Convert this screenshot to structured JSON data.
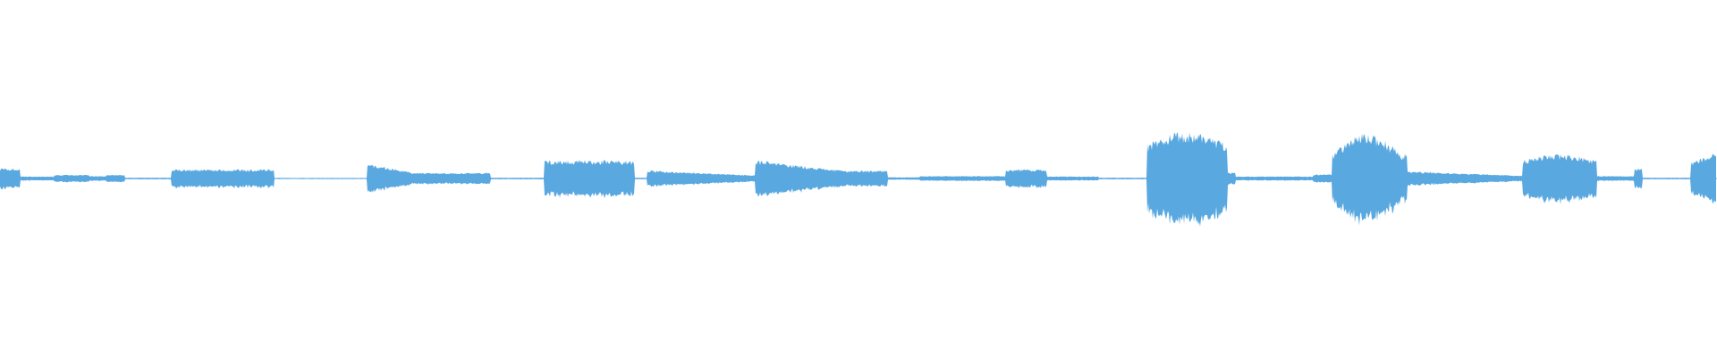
{
  "waveform": {
    "color": "#5aa8e0",
    "background": "#ffffff",
    "amplitude_scale": 1.0,
    "segments": [
      {
        "start": 0.0,
        "end": 0.012,
        "level": 0.05,
        "shape": "flat"
      },
      {
        "start": 0.012,
        "end": 0.032,
        "level": 0.01,
        "shape": "flat"
      },
      {
        "start": 0.032,
        "end": 0.052,
        "level": 0.018,
        "shape": "flat"
      },
      {
        "start": 0.052,
        "end": 0.062,
        "level": 0.012,
        "shape": "flat"
      },
      {
        "start": 0.062,
        "end": 0.073,
        "level": 0.018,
        "shape": "flat"
      },
      {
        "start": 0.073,
        "end": 0.1,
        "level": 0.004,
        "shape": "flat"
      },
      {
        "start": 0.1,
        "end": 0.16,
        "level": 0.045,
        "shape": "flat"
      },
      {
        "start": 0.16,
        "end": 0.214,
        "level": 0.003,
        "shape": "flat"
      },
      {
        "start": 0.214,
        "end": 0.24,
        "level": 0.075,
        "shape": "decay"
      },
      {
        "start": 0.24,
        "end": 0.286,
        "level": 0.028,
        "shape": "flat"
      },
      {
        "start": 0.286,
        "end": 0.317,
        "level": 0.004,
        "shape": "flat"
      },
      {
        "start": 0.317,
        "end": 0.37,
        "level": 0.09,
        "shape": "flat"
      },
      {
        "start": 0.37,
        "end": 0.377,
        "level": 0.004,
        "shape": "flat"
      },
      {
        "start": 0.377,
        "end": 0.44,
        "level": 0.04,
        "shape": "decay"
      },
      {
        "start": 0.44,
        "end": 0.495,
        "level": 0.09,
        "shape": "decay"
      },
      {
        "start": 0.495,
        "end": 0.517,
        "level": 0.04,
        "shape": "flat"
      },
      {
        "start": 0.517,
        "end": 0.536,
        "level": 0.006,
        "shape": "flat"
      },
      {
        "start": 0.536,
        "end": 0.586,
        "level": 0.012,
        "shape": "flat"
      },
      {
        "start": 0.586,
        "end": 0.61,
        "level": 0.045,
        "shape": "flat"
      },
      {
        "start": 0.61,
        "end": 0.64,
        "level": 0.01,
        "shape": "flat"
      },
      {
        "start": 0.64,
        "end": 0.668,
        "level": 0.004,
        "shape": "flat"
      },
      {
        "start": 0.668,
        "end": 0.715,
        "level": 0.23,
        "shape": "hump"
      },
      {
        "start": 0.715,
        "end": 0.72,
        "level": 0.03,
        "shape": "flat"
      },
      {
        "start": 0.72,
        "end": 0.765,
        "level": 0.01,
        "shape": "flat"
      },
      {
        "start": 0.765,
        "end": 0.776,
        "level": 0.02,
        "shape": "flat"
      },
      {
        "start": 0.776,
        "end": 0.82,
        "level": 0.22,
        "shape": "swell"
      },
      {
        "start": 0.82,
        "end": 0.887,
        "level": 0.035,
        "shape": "decay"
      },
      {
        "start": 0.887,
        "end": 0.93,
        "level": 0.12,
        "shape": "hump"
      },
      {
        "start": 0.93,
        "end": 0.952,
        "level": 0.012,
        "shape": "flat"
      },
      {
        "start": 0.952,
        "end": 0.957,
        "level": 0.05,
        "shape": "flat"
      },
      {
        "start": 0.957,
        "end": 0.985,
        "level": 0.004,
        "shape": "flat"
      },
      {
        "start": 0.985,
        "end": 1.0,
        "level": 0.13,
        "shape": "rise"
      }
    ]
  }
}
